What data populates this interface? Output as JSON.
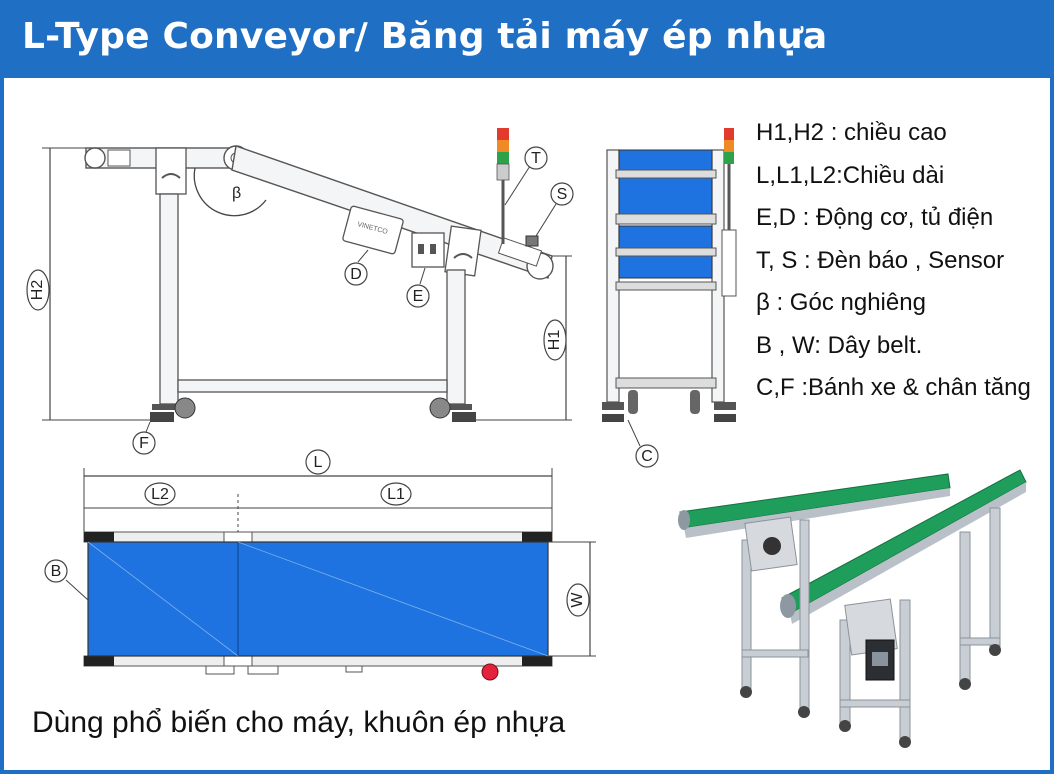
{
  "header": {
    "title": "L-Type Conveyor/ Băng tải máy ép nhựa"
  },
  "legend": [
    "H1,H2 : chiều cao",
    "L,L1,L2:Chiều  dài",
    "E,D : Động cơ, tủ điện",
    "T, S : Đèn báo , Sensor",
    "β : Góc nghiêng",
    "B , W: Dây belt.",
    "C,F :Bánh xe & chân tăng"
  ],
  "side_view": {
    "labels": {
      "h2": "H2",
      "h1": "H1",
      "beta": "β",
      "t": "T",
      "s": "S",
      "d": "D",
      "e": "E",
      "f": "F",
      "brand": "VINETCO"
    }
  },
  "front_view": {
    "labels": {
      "c": "C"
    }
  },
  "top_view": {
    "labels": {
      "l": "L",
      "l1": "L1",
      "l2": "L2",
      "b": "B",
      "w": "W"
    }
  },
  "caption": "Dùng phổ biến cho máy, khuôn ép nhựa",
  "colors": {
    "header": "#1f6fc4",
    "belt_blue": "#1e73e0",
    "belt_green": "#1e9e5a",
    "frame_gray": "#c9ced4"
  },
  "icons": {
    "light_tower": "signal-light-icon",
    "wheel": "caster-wheel-icon"
  }
}
